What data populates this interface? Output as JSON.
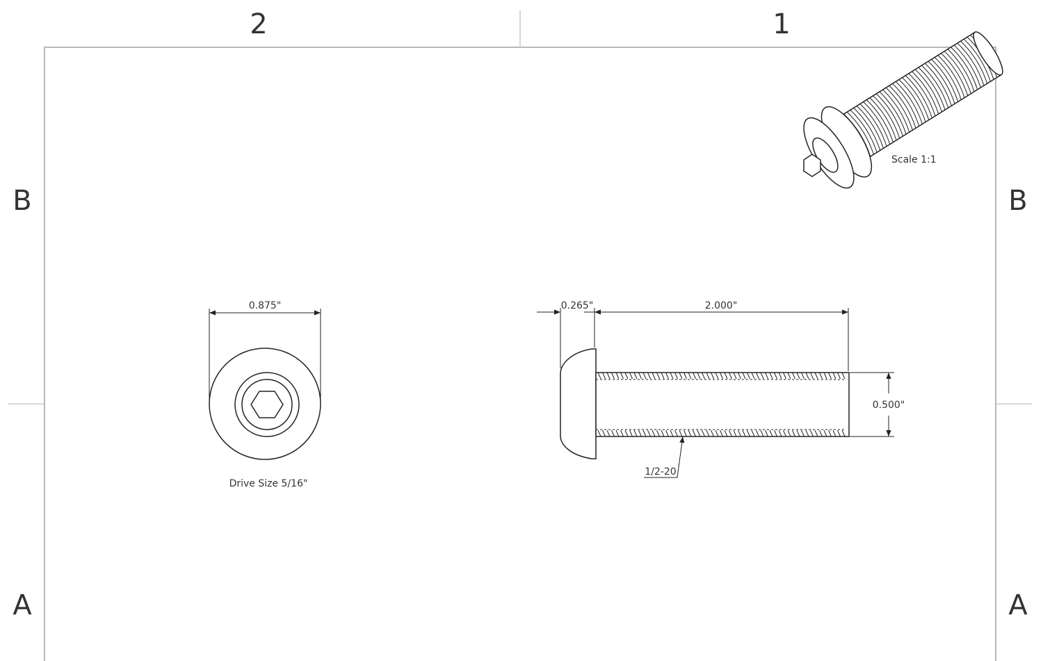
{
  "sheet": {
    "zones": {
      "top_left": "2",
      "top_right": "1",
      "left_upper": "B",
      "right_upper": "B",
      "left_lower": "A",
      "right_lower": "A"
    },
    "colors": {
      "line": "#222222",
      "border": "#b8b8b8",
      "text": "#333333"
    }
  },
  "isometric_view": {
    "scale_label": "Scale 1:1"
  },
  "end_view": {
    "diameter_dim": "0.875\"",
    "drive_label": "Drive Size 5/16\""
  },
  "side_view": {
    "head_height_dim": "0.265\"",
    "length_dim": "2.000\"",
    "thread_diameter_dim": "0.500\"",
    "thread_callout": "1/2-20"
  }
}
